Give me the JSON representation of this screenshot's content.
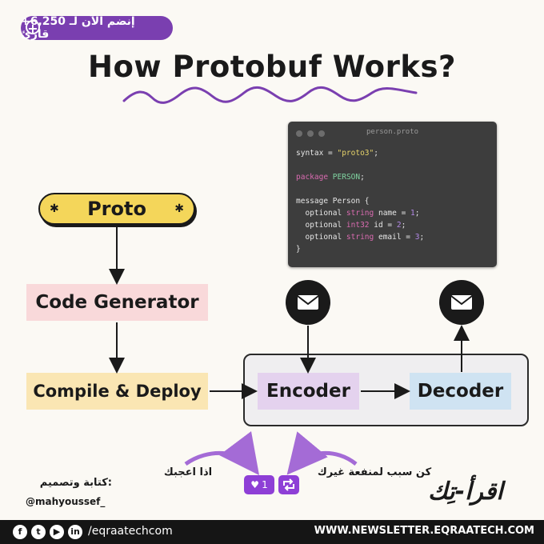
{
  "header": {
    "join_text": "إنضم الآن لـ 6,250+ قارئ",
    "title": "How Protobuf Works?"
  },
  "code_panel": {
    "filename": "person.proto",
    "lines": [
      "syntax = \"proto3\";",
      "package PERSON;",
      "message Person {",
      "  optional string name = 1;",
      "  optional int32 id = 2;",
      "  optional string email = 3;",
      "}"
    ]
  },
  "flow": {
    "proto": "Proto",
    "code_generator": "Code Generator",
    "compile_deploy": "Compile & Deploy",
    "encoder": "Encoder",
    "decoder": "Decoder"
  },
  "footer_area": {
    "written_by": "كتابة وتصميم:",
    "author_handle": "@mahyoussef_",
    "like_prompt": "اذا اعجبك",
    "share_prompt": "كن سبب لمنفعة غيرك",
    "like_count": "1",
    "brand": "اقرأ-تِك",
    "social_handle": "/eqraatechcom",
    "website": "WWW.NEWSLETTER.EQRAATECH.COM"
  },
  "colors": {
    "accent_purple": "#7a3fb0",
    "proto_yellow": "#f4d65a",
    "codegen_pink": "#f9d9da",
    "compile_cream": "#fae6b3",
    "encoder_lavender": "#e4d2ee",
    "decoder_blue": "#cfe3f2"
  },
  "icons": [
    "plus-icon",
    "envelope-icon",
    "heart-icon",
    "retweet-icon",
    "facebook-icon",
    "twitter-icon",
    "youtube-icon",
    "linkedin-icon"
  ]
}
